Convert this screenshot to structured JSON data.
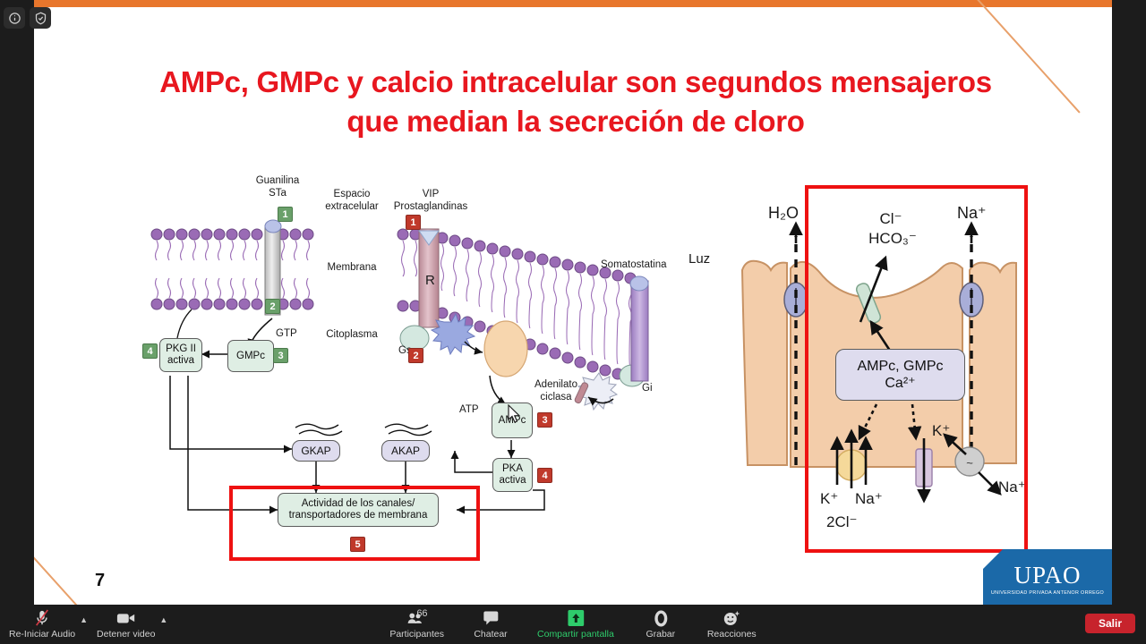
{
  "app": {
    "name": "Zoom",
    "overlay_icons": [
      "info-icon",
      "shield-icon"
    ]
  },
  "slide": {
    "title_line1": "AMPc, GMPc y calcio intracelular son segundos mensajeros",
    "title_line2": "que median la secreción de cloro",
    "title_color": "#e8171f",
    "number": "7",
    "logo": {
      "name": "UPAO",
      "subtitle": "UNIVERSIDAD PRIVADA ANTENOR ORREGO",
      "color": "#1b69a8"
    }
  },
  "figure_left": {
    "compartments": {
      "extracellular": "Espacio\nextracelular",
      "extracellular_l1": "Espacio",
      "extracellular_l2": "extracelular",
      "membrane": "Membrana",
      "cytoplasm": "Citoplasma"
    },
    "ligands": {
      "guanilina_l1": "Guanilina",
      "guanilina_l2": "STa",
      "vip_l1": "VIP",
      "vip_l2": "Prostaglandinas",
      "somatostatina": "Somatostatina"
    },
    "lumen_label": "Luz",
    "receptor_label": "R",
    "g_proteins": {
      "gs": "Gs",
      "gi": "Gi"
    },
    "substrates": {
      "gtp": "GTP",
      "atp": "ATP"
    },
    "enzyme_l1": "Adenilato",
    "enzyme_l2": "ciclasa",
    "boxes": {
      "pkg_l1": "PKG II",
      "pkg_l2": "activa",
      "gmpc": "GMPc",
      "ampc": "AMPc",
      "pka_l1": "PKA",
      "pka_l2": "activa",
      "gkap": "GKAP",
      "akap": "AKAP",
      "output_l1": "Actividad de los canales/",
      "output_l2": "transportadores de membrana"
    },
    "badges_green": [
      "1",
      "2",
      "3",
      "4"
    ],
    "badges_red": [
      "1",
      "2",
      "3",
      "4",
      "5"
    ],
    "highlight_color": "#ee1111"
  },
  "figure_right": {
    "apical": {
      "h2o": "H₂O",
      "na_top": "Na⁺",
      "cl": "Cl⁻",
      "hco3": "HCO₃⁻"
    },
    "messenger_box_l1": "AMPc, GMPc",
    "messenger_box_l2": "Ca²⁺",
    "basolateral": {
      "k_cotransport": "K⁺",
      "na_cotransport": "Na⁺",
      "cl_cotransport": "2Cl⁻",
      "k_channel": "K⁺",
      "na_pump": "Na⁺"
    },
    "highlight_color": "#ee1111"
  },
  "toolbar": {
    "audio": {
      "label": "Re-Iniciar Audio",
      "icon": "microphone-muted-icon",
      "caret": "▲"
    },
    "video": {
      "label": "Detener video",
      "icon": "video-camera-icon",
      "caret": "▲"
    },
    "participants": {
      "label": "Participantes",
      "icon": "participants-icon",
      "count": "66"
    },
    "chat": {
      "label": "Chatear",
      "icon": "chat-bubble-icon"
    },
    "share": {
      "label": "Compartir pantalla",
      "icon": "share-screen-icon",
      "color": "#2ecc6b"
    },
    "record": {
      "label": "Grabar",
      "icon": "record-icon"
    },
    "reactions": {
      "label": "Reacciones",
      "icon": "reactions-icon"
    },
    "leave": {
      "label": "Salir",
      "color": "#c7232c"
    }
  }
}
